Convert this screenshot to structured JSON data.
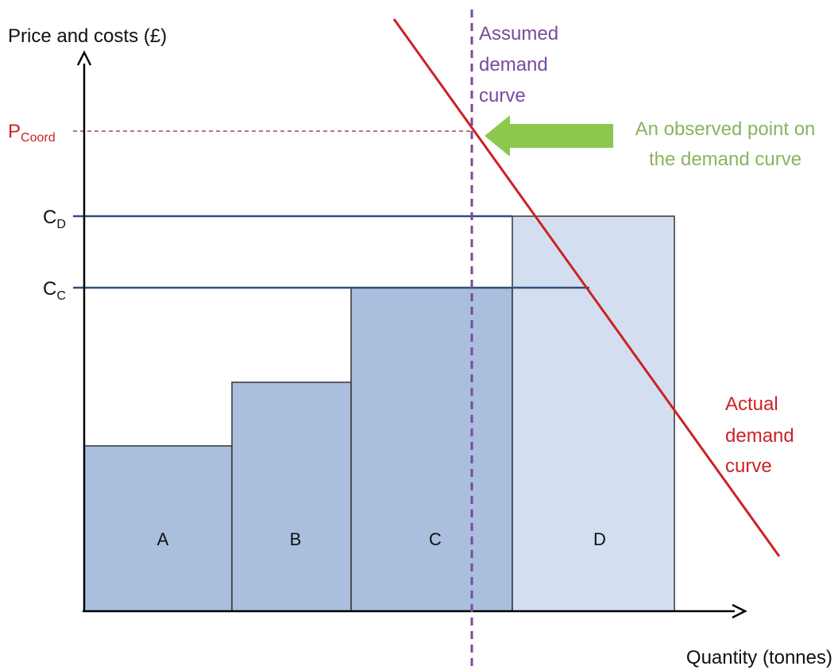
{
  "axes": {
    "y_label": "Price and costs (£)",
    "x_label": "Quantity (tonnes)"
  },
  "price_marker": {
    "main": "P",
    "sub": "Coord"
  },
  "cost_levels": [
    {
      "id": "d",
      "main": "C",
      "sub": "D"
    },
    {
      "id": "c",
      "main": "C",
      "sub": "C"
    }
  ],
  "blocks": [
    {
      "label": "A"
    },
    {
      "label": "B"
    },
    {
      "label": "C"
    },
    {
      "label": "D"
    }
  ],
  "assumed_demand": {
    "lines": [
      "Assumed",
      "demand",
      "curve"
    ]
  },
  "actual_demand": {
    "lines": [
      "Actual",
      "demand",
      "curve"
    ]
  },
  "observed_point": {
    "lines": [
      "An observed point on",
      "the demand curve"
    ]
  },
  "colors": {
    "block_dark": "#a9bfdd",
    "block_light": "#d3dff0",
    "block_stroke": "#333333",
    "cost_line": "#2f4f7f",
    "price_line": "#a34a4a",
    "actual_demand": "#cc2222",
    "assumed_demand": "#7a4a9c",
    "observed_arrow": "#8dc84e",
    "observed_text": "#8ab35f",
    "axis": "#000000"
  }
}
